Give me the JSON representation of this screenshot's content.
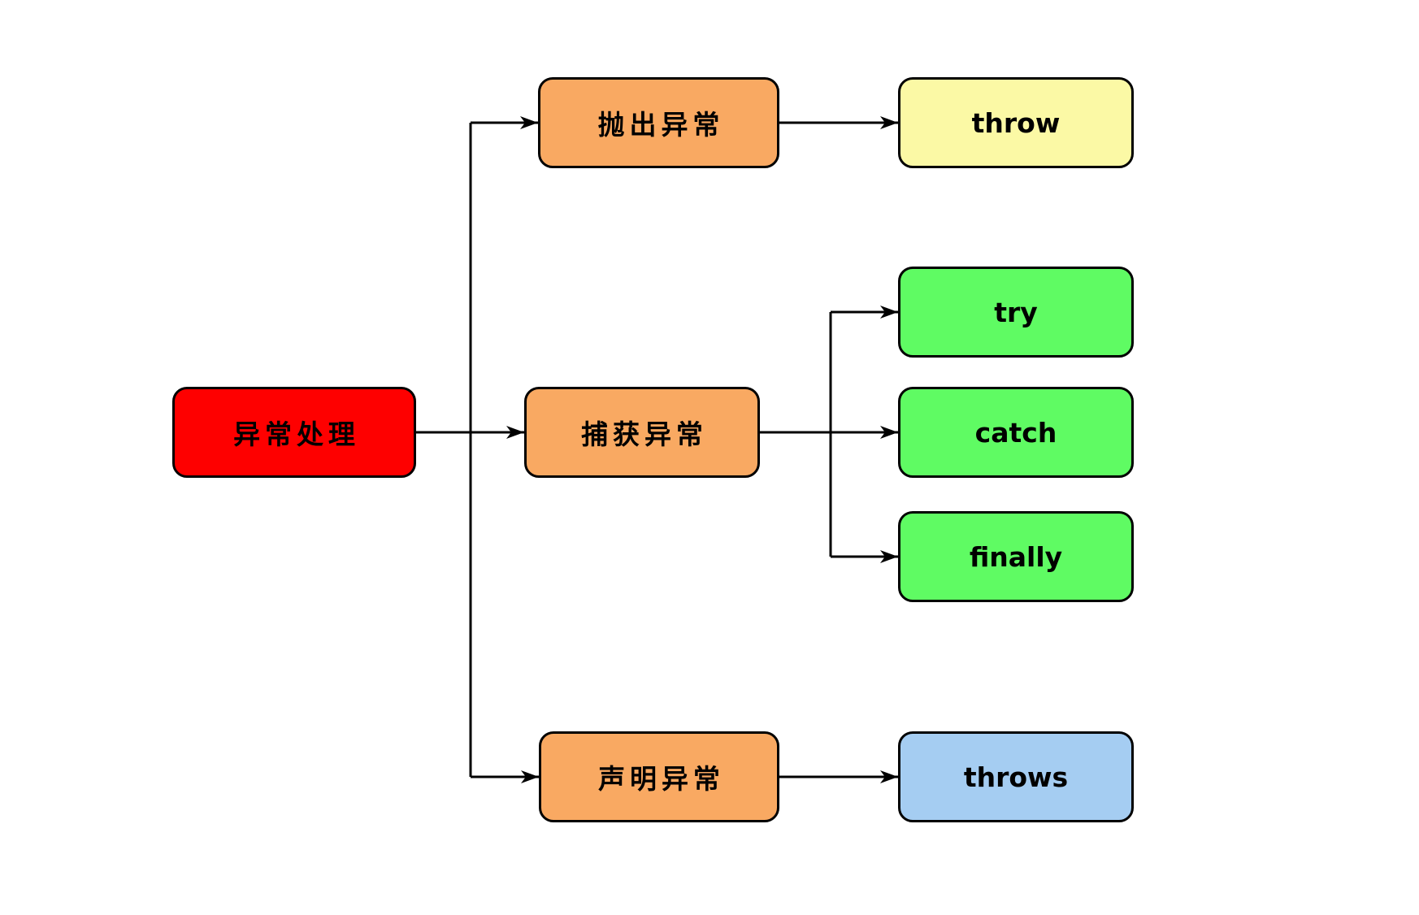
{
  "diagram": {
    "type": "flowchart-mindmap",
    "topic": "Java exception handling",
    "colors": {
      "background": "#FFFFFF",
      "stroke": "#000000",
      "text": "#000000",
      "root_fill": "#FE0000",
      "branch_fill": "#F9A962",
      "throw_fill": "#FBF9A5",
      "try_catch_finally_fill": "#5FFB63",
      "throws_fill": "#A5CDF2"
    },
    "nodes": {
      "root": {
        "label": "异常处理",
        "fill": "#FE0000"
      },
      "branch_throw": {
        "label": "抛出异常",
        "fill": "#F9A962"
      },
      "branch_catch": {
        "label": "捕获异常",
        "fill": "#F9A962"
      },
      "branch_declare": {
        "label": "声明异常",
        "fill": "#F9A962"
      },
      "leaf_throw": {
        "label": "throw",
        "fill": "#FBF9A5"
      },
      "leaf_try": {
        "label": "try",
        "fill": "#5FFB63"
      },
      "leaf_catch": {
        "label": "catch",
        "fill": "#5FFB63"
      },
      "leaf_finally": {
        "label": "finally",
        "fill": "#5FFB63"
      },
      "leaf_throws": {
        "label": "throws",
        "fill": "#A5CDF2"
      }
    },
    "edges": [
      {
        "from": "异常处理",
        "to": "抛出异常"
      },
      {
        "from": "异常处理",
        "to": "捕获异常"
      },
      {
        "from": "异常处理",
        "to": "声明异常"
      },
      {
        "from": "抛出异常",
        "to": "throw"
      },
      {
        "from": "捕获异常",
        "to": "try"
      },
      {
        "from": "捕获异常",
        "to": "catch"
      },
      {
        "from": "捕获异常",
        "to": "finally"
      },
      {
        "from": "声明异常",
        "to": "throws"
      }
    ]
  }
}
